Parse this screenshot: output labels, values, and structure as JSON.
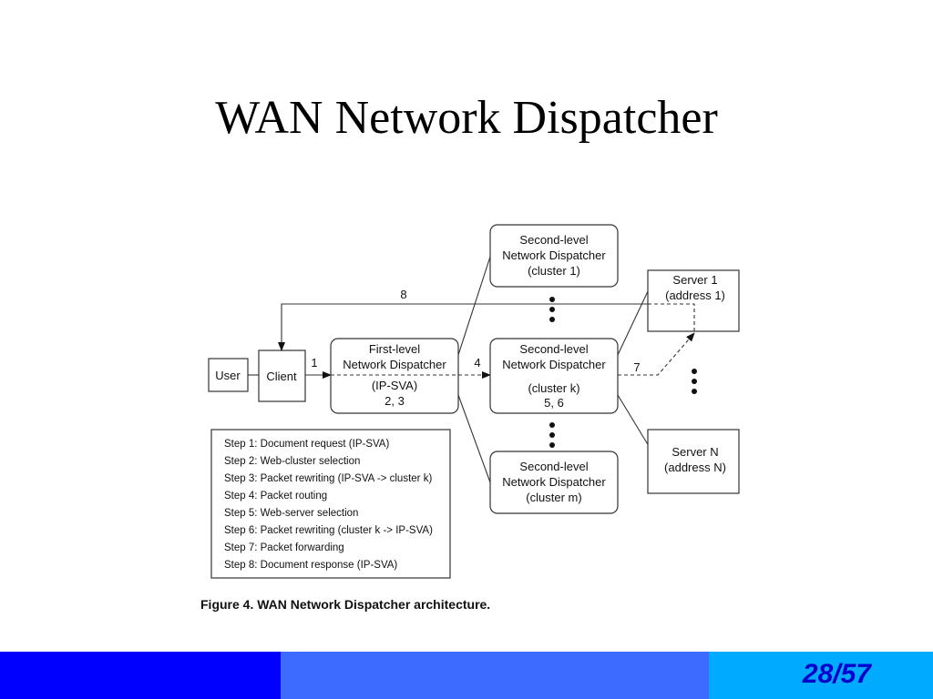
{
  "slide": {
    "title": "WAN Network Dispatcher"
  },
  "diagram": {
    "user": "User",
    "client": "Client",
    "first_level": {
      "line1": "First-level",
      "line2": "Network Dispatcher",
      "line3": "(IP-SVA)",
      "line4": "2, 3"
    },
    "second_top": {
      "line1": "Second-level",
      "line2": "Network Dispatcher",
      "line3": "(cluster 1)"
    },
    "second_mid": {
      "line1": "Second-level",
      "line2": "Network Dispatcher",
      "line3": "(cluster k)",
      "line4": "5, 6"
    },
    "second_bot": {
      "line1": "Second-level",
      "line2": "Network Dispatcher",
      "line3": "(cluster m)"
    },
    "server1": {
      "line1": "Server 1",
      "line2": "(address 1)"
    },
    "serverN": {
      "line1": "Server N",
      "line2": "(address N)"
    },
    "labels": {
      "step1": "1",
      "step4": "4",
      "step7": "7",
      "step8": "8"
    },
    "steps": [
      "Step 1: Document request (IP-SVA)",
      "Step 2: Web-cluster selection",
      "Step 3: Packet rewriting (IP-SVA -> cluster k)",
      "Step 4: Packet routing",
      "Step 5: Web-server selection",
      "Step 6: Packet rewriting (cluster k -> IP-SVA)",
      "Step 7: Packet forwarding",
      "Step 8: Document response (IP-SVA)"
    ],
    "caption": "Figure 4. WAN Network Dispatcher architecture."
  },
  "footer": {
    "page": "28/57",
    "colors": {
      "left": "#0000ff",
      "middle": "#3d6bff",
      "right": "#00aaff",
      "page_text": "#0000cc"
    }
  }
}
